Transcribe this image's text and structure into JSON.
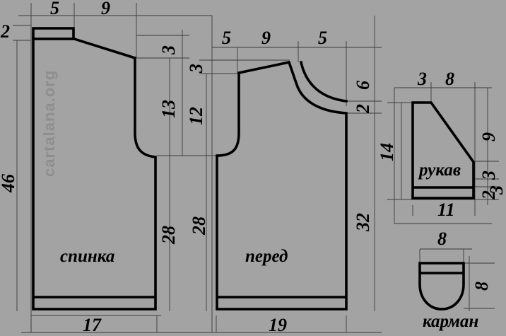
{
  "watermark": "cartalana.org",
  "colors": {
    "background": "#a3a3a3",
    "outline": "#000000",
    "dimension_line": "#3b3b3b",
    "watermark": "#8e8e8e"
  },
  "back": {
    "label": "спинка",
    "dims": {
      "neck_width": "5",
      "shoulder_width": "9",
      "neck_band": "2",
      "total_height": "46",
      "shoulder_drop": "3",
      "armhole": "13",
      "side": "28",
      "width": "17"
    }
  },
  "front": {
    "label": "перед",
    "dims": {
      "left_shoulder": "5",
      "neck_width": "9",
      "right_shoulder": "5",
      "shoulder_drop": "3",
      "armhole": "12",
      "side": "28",
      "neck_depth": "6",
      "neck_band": "2",
      "right_side": "32",
      "width": "19"
    }
  },
  "sleeve": {
    "label": "рукав",
    "dims": {
      "top_left": "3",
      "top_right": "8",
      "height": "14",
      "slope": "9",
      "upper_band": "3",
      "lower_band": "2",
      "cuff": "3",
      "width": "11"
    }
  },
  "pocket": {
    "label": "карман",
    "dims": {
      "width": "8",
      "height": "8"
    }
  }
}
